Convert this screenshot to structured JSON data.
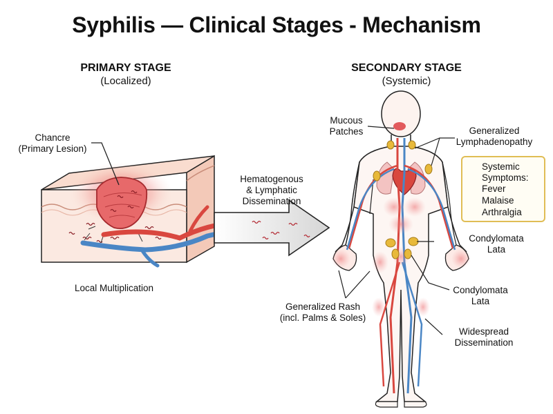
{
  "title": "Syphilis — Clinical Stages - Mechanism",
  "primary": {
    "heading": "PRIMARY STAGE",
    "subheading": "(Localized)",
    "chancre_label_line1": "Chancre",
    "chancre_label_line2": "(Primary Lesion)",
    "local_label": "Local Multiplication"
  },
  "dissemination": {
    "line1": "Hematogenous",
    "line2": "& Lymphatic",
    "line3": "Dissemination"
  },
  "secondary": {
    "heading": "SECONDARY STAGE",
    "subheading": "(Systemic)",
    "mucous_line1": "Mucous",
    "mucous_line2": "Patches",
    "lymph_line1": "Generalized",
    "lymph_line2": "Lymphadenopathy",
    "condylomata1_line1": "Condylomata",
    "condylomata1_line2": "Lata",
    "condylomata2_line1": "Condylomata",
    "condylomata2_line2": "Lata",
    "rash_line1": "Generalized Rash",
    "rash_line2": "(incl. Palms & Soles)",
    "widespread_line1": "Widespread",
    "widespread_line2": "Dissemination"
  },
  "symptoms": {
    "heading_line1": "Systemic",
    "heading_line2": "Symptoms:",
    "items": [
      {
        "label": "Fever",
        "icon": "flame-icon"
      },
      {
        "label": "Malaise",
        "icon": "lymph-node-icon"
      },
      {
        "label": "Arthralgia",
        "icon": "hand-icon"
      }
    ],
    "heading_icon": "thermometer-icon"
  },
  "colors": {
    "artery": "#d9473f",
    "vein": "#4a86c5",
    "lesion": "#e2585a",
    "skin": "#f9dccf",
    "lymph_node": "#e8b93a",
    "symptom_border": "#e0bd55"
  }
}
